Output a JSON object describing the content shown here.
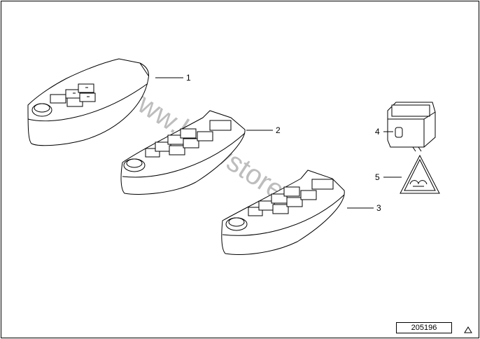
{
  "diagram": {
    "callouts": [
      "1",
      "2",
      "3",
      "4",
      "5"
    ],
    "diagram_number": "205196",
    "watermark": "www.bmwstore.pl",
    "warning_icon": "triangle-warning-icon"
  }
}
